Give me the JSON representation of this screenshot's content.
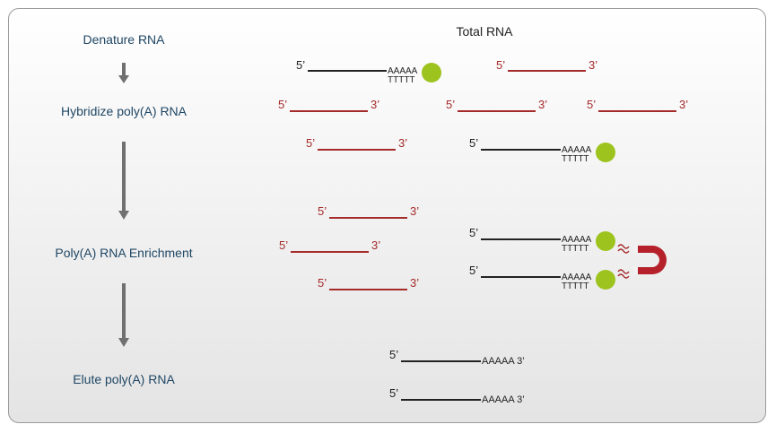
{
  "title": "Total RNA",
  "steps": [
    "Denature RNA",
    "Hybridize poly(A) RNA",
    "Poly(A) RNA Enrichment",
    "Elute poly(A) RNA"
  ],
  "labels": {
    "five": "5’",
    "three": "3’",
    "polyA": "AAAAA",
    "polyT": "TTTTT",
    "polyA_end": "AAAAA 3’"
  },
  "colors": {
    "red_rna": "#a52a2a",
    "black_rna": "#222222",
    "bead": "#9dc31e",
    "magnet": "#b5202a",
    "arrow": "#707070",
    "step_text": "#1e4664"
  },
  "icons": {
    "bead": "green-bead-icon",
    "magnet": "magnet-icon",
    "attraction": "wavy-attraction-icon"
  }
}
